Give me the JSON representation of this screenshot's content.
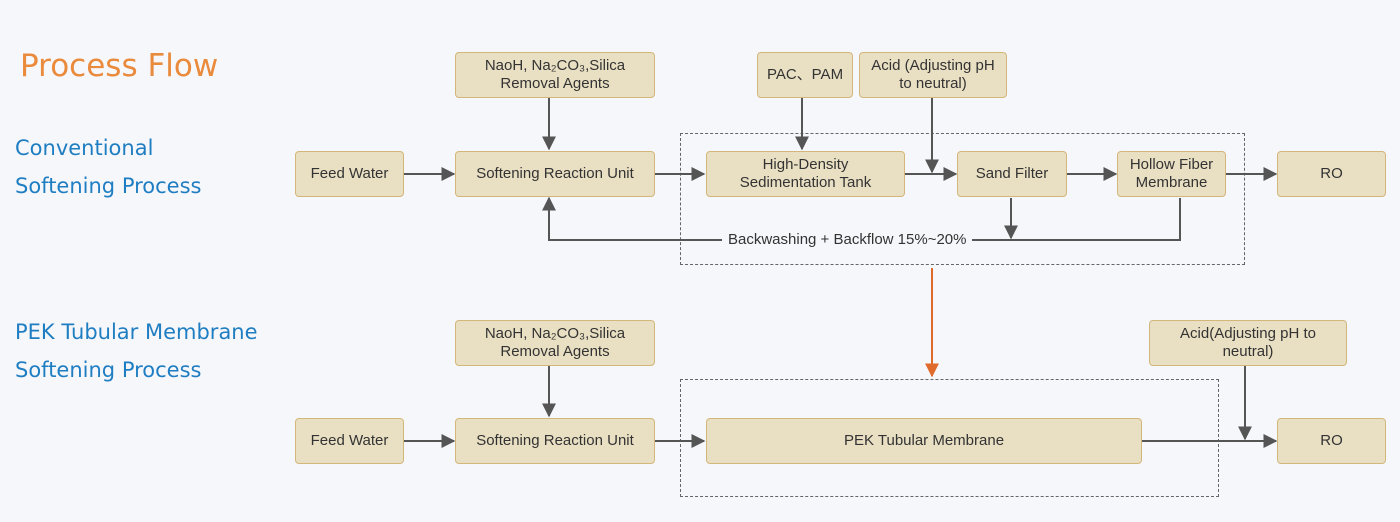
{
  "title": "Process Flow",
  "sections": {
    "conventional": {
      "line1": "Conventional",
      "line2": "Softening Process"
    },
    "pek": {
      "line1": "PEK Tubular Membrane",
      "line2": "Softening Process"
    }
  },
  "conventional": {
    "feed_water": "Feed Water",
    "agents": {
      "line1": "NaoH, Na₂CO₃,Silica",
      "line2": "Removal Agents"
    },
    "softening": "Softening Reaction Unit",
    "pac_pam": "PAC、PAM",
    "acid": {
      "line1": "Acid (Adjusting pH",
      "line2": "to neutral)"
    },
    "hds": {
      "line1": "High-Density",
      "line2": "Sedimentation Tank"
    },
    "sand_filter": "Sand Filter",
    "hollow_fiber": {
      "line1": "Hollow Fiber",
      "line2": "Membrane"
    },
    "ro": "RO",
    "backwash": "Backwashing + Backflow 15%~20%"
  },
  "pek": {
    "feed_water": "Feed Water",
    "agents": {
      "line1": "NaoH, Na₂CO₃,Silica",
      "line2": "Removal Agents"
    },
    "softening": "Softening Reaction Unit",
    "membrane": "PEK Tubular Membrane",
    "acid": {
      "line1": "Acid(Adjusting pH to",
      "line2": "neutral)"
    },
    "ro": "RO"
  },
  "colors": {
    "box_fill": "#e9dfc3",
    "box_border": "#d3b67a",
    "title": "#ea8a3c",
    "section_label": "#1f7ec2",
    "transition_arrow": "#e06a2c",
    "connector": "#555555"
  }
}
